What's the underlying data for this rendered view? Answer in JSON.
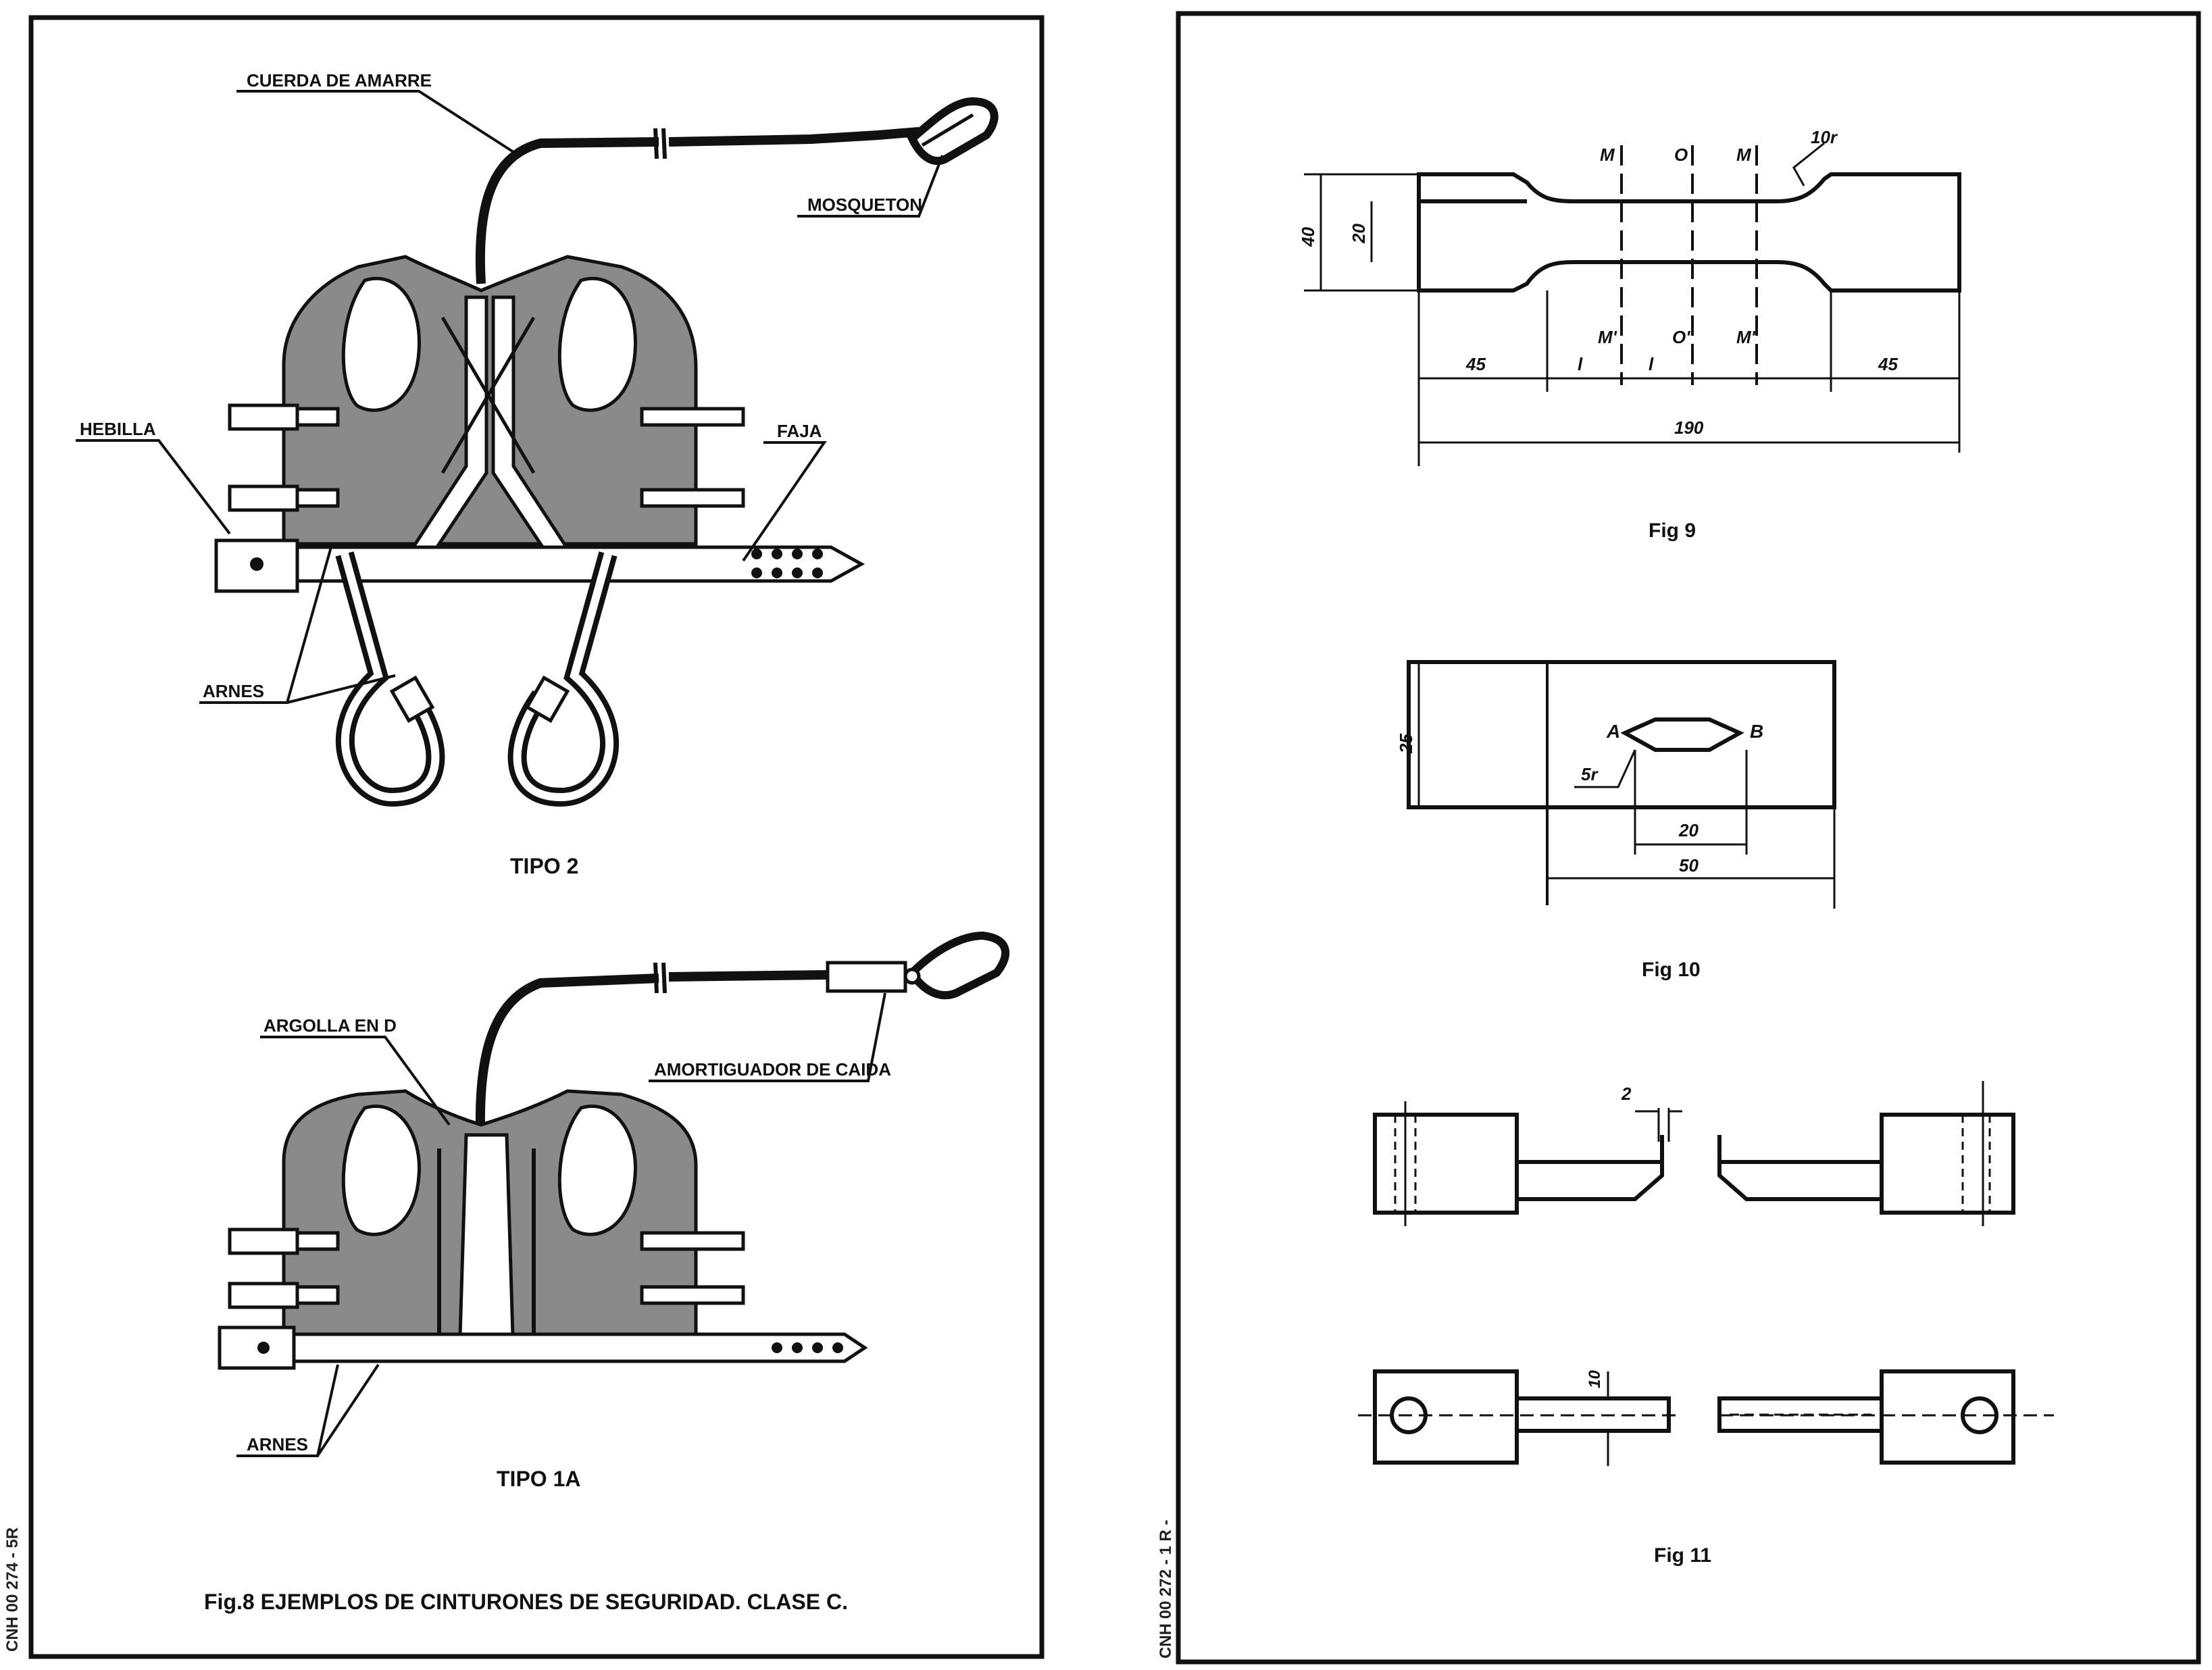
{
  "left_page": {
    "tipo2": {
      "title": "TIPO 2",
      "labels": {
        "cuerda": "CUERDA DE AMARRE",
        "mosqueton": "MOSQUETON",
        "hebilla": "HEBILLA",
        "faja": "FAJA",
        "arnes": "ARNES"
      }
    },
    "tipo1a": {
      "title": "TIPO 1A",
      "labels": {
        "argolla": "ARGOLLA EN D",
        "amortiguador": "AMORTIGUADOR DE CAIDA",
        "arnes": "ARNES"
      }
    },
    "caption": "Fig.8 EJEMPLOS DE CINTURONES DE SEGURIDAD. CLASE C.",
    "side_code": "CNH 00 274 - 5R"
  },
  "right_page": {
    "fig9": {
      "caption": "Fig 9",
      "marks": {
        "m": "M",
        "o": "O",
        "m2": "M",
        "m_prime": "M'",
        "o_prime": "O'",
        "m2_prime": "M'",
        "radius": "10r"
      },
      "dims": {
        "height": "40",
        "neck": "20",
        "left": "45",
        "l1": "l",
        "l2": "l",
        "right": "45",
        "total": "190"
      }
    },
    "fig10": {
      "caption": "Fig 10",
      "marks": {
        "a": "A",
        "b": "B",
        "radius": "5r"
      },
      "dims": {
        "height": "25",
        "inner": "20",
        "outer": "50"
      }
    },
    "fig11": {
      "caption": "Fig 11",
      "dims": {
        "gap": "2",
        "width": "10"
      }
    },
    "side_code": "CNH 00 272 - 1 R -"
  }
}
